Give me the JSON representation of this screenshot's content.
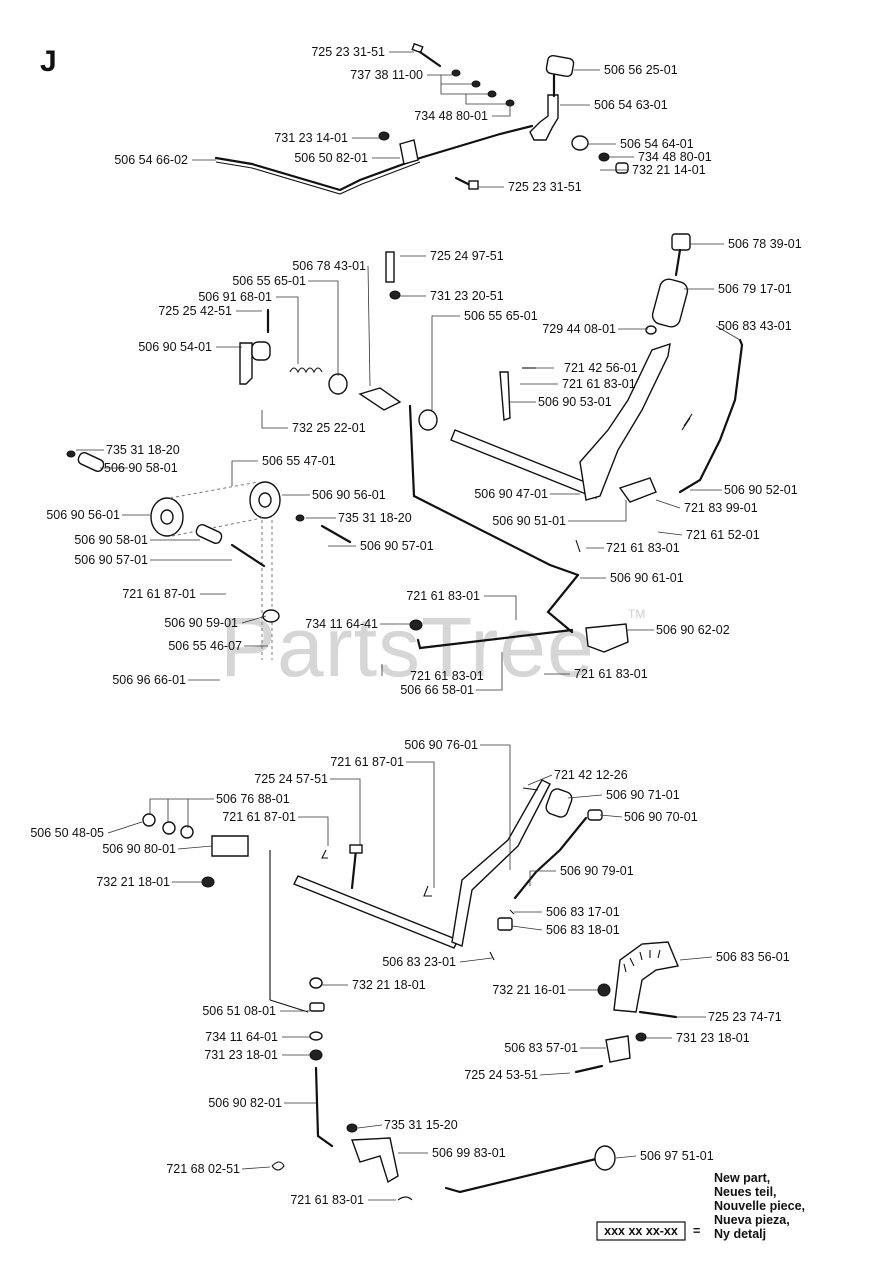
{
  "section_letter": "J",
  "watermark": "PartsTree",
  "watermark_tm": "TM",
  "legend": {
    "lines": [
      "New part,",
      "Neues teil,",
      "Nouvelle piece,",
      "Nueva pieza,",
      "Ny detalj"
    ],
    "code_box": "xxx xx xx-xx",
    "equals": "="
  },
  "labels": [
    "725 23 31-51",
    "737 38 11-00",
    "734 48 80-01",
    "731 23 14-01",
    "506 50 82-01",
    "506 54 66-02",
    "725 23 31-51",
    "506 56 25-01",
    "506 54 63-01",
    "506 54 64-01",
    "734 48 80-01",
    "732 21 14-01",
    "506 78 43-01",
    "506 55 65-01",
    "506 91 68-01",
    "725 25 42-51",
    "506 90 54-01",
    "725 24 97-51",
    "731 23 20-51",
    "506 55 65-01",
    "732 25 22-01",
    "735 31 18-20",
    "506 90 58-01",
    "506 55 47-01",
    "506 90 56-01",
    "506 90 56-01",
    "735 31 18-20",
    "506 90 58-01",
    "506 90 57-01",
    "506 90 57-01",
    "506 78 39-01",
    "506 79 17-01",
    "729 44 08-01",
    "506 83 43-01",
    "721 42 56-01",
    "721 61 83-01",
    "506 90 53-01",
    "506 90 47-01",
    "506 90 52-01",
    "506 90 51-01",
    "721 83 99-01",
    "721 61 52-01",
    "721 61 83-01",
    "506 90 61-01",
    "721 61 87-01",
    "506 90 59-01",
    "506 55 46-07",
    "506 96 66-01",
    "734 11 64-41",
    "721 61 83-01",
    "506 90 62-02",
    "721 61 83-01",
    "506 66 58-01",
    "721 61 83-01",
    "506 90 76-01",
    "721 61 87-01",
    "725 24 57-51",
    "506 76 88-01",
    "721 61 87-01",
    "506 50 48-05",
    "506 90 80-01",
    "732 21 18-01",
    "721 42 12-26",
    "506 90 71-01",
    "506 90 70-01",
    "506 90 79-01",
    "506 83 17-01",
    "506 83 18-01",
    "506 83 23-01",
    "506 83 56-01",
    "732 21 16-01",
    "725 23 74-71",
    "732 21 18-01",
    "506 51 08-01",
    "734 11 64-01",
    "731 23 18-01",
    "731 23 18-01",
    "506 83 57-01",
    "725 24 53-51",
    "506 90 82-01",
    "735 31 15-20",
    "506 99 83-01",
    "721 68 02-51",
    "506 97 51-01",
    "721 61 83-01"
  ]
}
